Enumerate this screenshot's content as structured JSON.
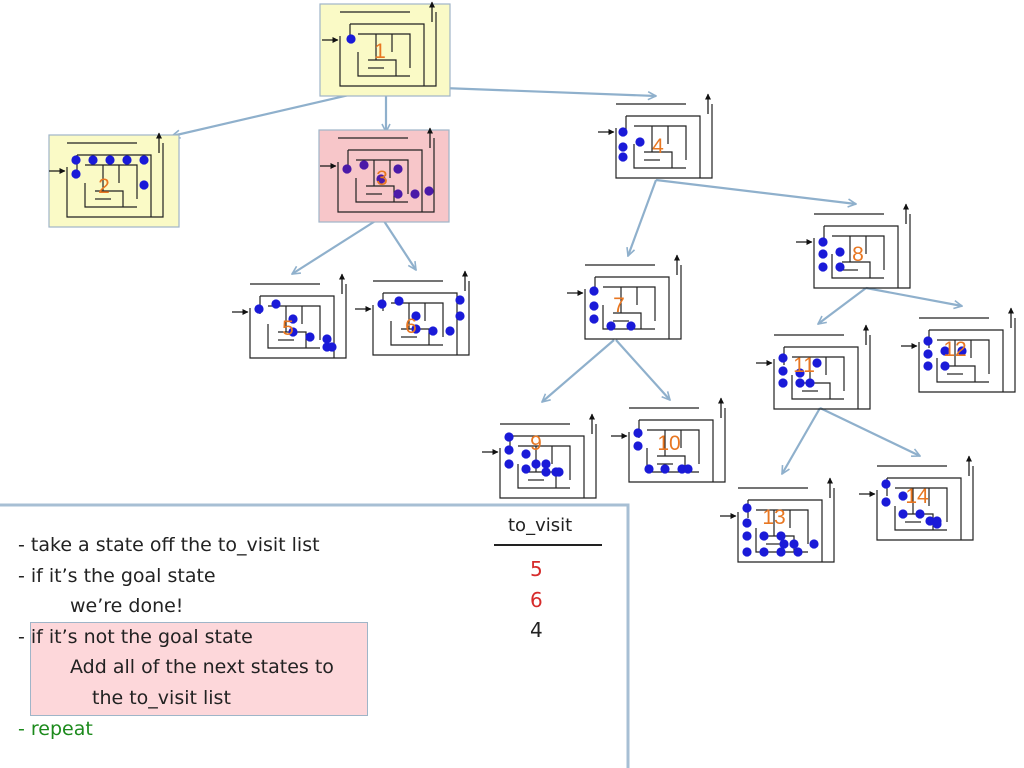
{
  "nodes": [
    {
      "id": "1",
      "highlight": "yellow",
      "label": "1"
    },
    {
      "id": "2",
      "highlight": "yellow",
      "label": "2"
    },
    {
      "id": "3",
      "highlight": "pink",
      "label": "3"
    },
    {
      "id": "4",
      "highlight": "none",
      "label": "4"
    },
    {
      "id": "5",
      "highlight": "none",
      "label": "5"
    },
    {
      "id": "6",
      "highlight": "none",
      "label": "6"
    },
    {
      "id": "7",
      "highlight": "none",
      "label": "7"
    },
    {
      "id": "8",
      "highlight": "none",
      "label": "8"
    },
    {
      "id": "9",
      "highlight": "none",
      "label": "9"
    },
    {
      "id": "10",
      "highlight": "none",
      "label": "10"
    },
    {
      "id": "11",
      "highlight": "none",
      "label": "11"
    },
    {
      "id": "12",
      "highlight": "none",
      "label": "12"
    },
    {
      "id": "13",
      "highlight": "none",
      "label": "13"
    },
    {
      "id": "14",
      "highlight": "none",
      "label": "14"
    }
  ],
  "edges": [
    [
      "1",
      "2"
    ],
    [
      "1",
      "3"
    ],
    [
      "1",
      "4"
    ],
    [
      "3",
      "5"
    ],
    [
      "3",
      "6"
    ],
    [
      "4",
      "7"
    ],
    [
      "4",
      "8"
    ],
    [
      "7",
      "9"
    ],
    [
      "7",
      "10"
    ],
    [
      "8",
      "11"
    ],
    [
      "8",
      "12"
    ],
    [
      "11",
      "13"
    ],
    [
      "11",
      "14"
    ]
  ],
  "bullets": [
    "- take a state off the to_visit list",
    "- if it’s the goal state",
    "we’re done!",
    "- if it’s not the goal state",
    "Add all of the next states to",
    "the to_visit list",
    "- repeat"
  ],
  "queue": {
    "title": "to_visit",
    "items": [
      {
        "label": "5",
        "color": "#d62b2b"
      },
      {
        "label": "6",
        "color": "#d62b2b"
      },
      {
        "label": "4",
        "color": "#222222"
      }
    ]
  },
  "colors": {
    "arrow": "#8fb0cc",
    "label": "#e87722",
    "dot": "#1a1ad8",
    "dot_in_pink": "#4b1aa8",
    "yellow_bg": "#fafac6",
    "pink_bg": "#f7c6c9",
    "repeat_text": "#1c8a1c",
    "queue_first": "#d62b2b"
  }
}
